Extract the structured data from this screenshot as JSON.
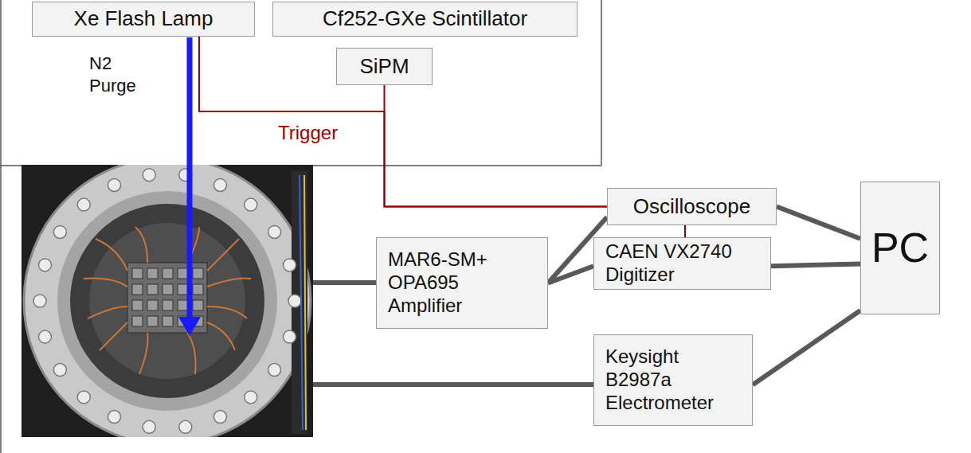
{
  "diagram": {
    "nodes": [
      {
        "text": [
          "Xe Flash Lamp"
        ]
      },
      {
        "text": [
          "Cf252-GXe Scintillator"
        ]
      },
      {
        "text": [
          "SiPM"
        ]
      },
      {
        "text": [
          "Oscilloscope"
        ]
      },
      {
        "text": [
          "MAR6-SM+ OPA695 Amplifier"
        ]
      },
      {
        "text": [
          "CAEN VX2740 Digitizer"
        ]
      },
      {
        "text": [
          "PC"
        ]
      },
      {
        "text": [
          "Keysight B2987a Electrometer"
        ]
      }
    ],
    "edges": [
      {
        "from": 0,
        "to": 3,
        "arrow": "none",
        "label": "Trigger"
      },
      {
        "from": 2,
        "to": 3,
        "arrow": "none"
      },
      {
        "from": 3,
        "to": 5,
        "arrow": "none"
      },
      {
        "from": 4,
        "to": 3,
        "arrow": "none"
      },
      {
        "from": 4,
        "to": 5,
        "arrow": "none"
      },
      {
        "from": 3,
        "to": 6,
        "arrow": "none"
      },
      {
        "from": 5,
        "to": 6,
        "arrow": "none"
      },
      {
        "from": 7,
        "to": 6,
        "arrow": "none"
      }
    ],
    "labels": [
      "N2 Purge"
    ]
  }
}
